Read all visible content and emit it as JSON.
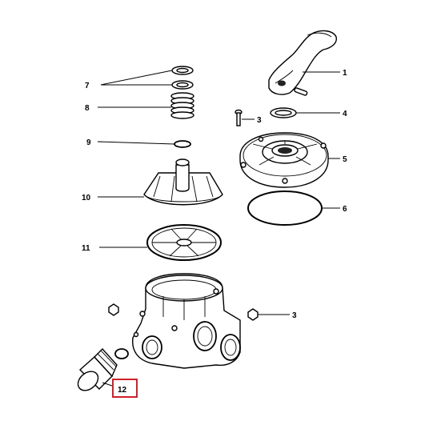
{
  "diagram": {
    "callouts": [
      {
        "id": "c1",
        "text": "1"
      },
      {
        "id": "c3a",
        "text": "3"
      },
      {
        "id": "c4",
        "text": "4"
      },
      {
        "id": "c5",
        "text": "5"
      },
      {
        "id": "c6",
        "text": "6"
      },
      {
        "id": "c7",
        "text": "7"
      },
      {
        "id": "c8",
        "text": "8"
      },
      {
        "id": "c9",
        "text": "9"
      },
      {
        "id": "c10",
        "text": "10"
      },
      {
        "id": "c11",
        "text": "11"
      },
      {
        "id": "c3b",
        "text": "3"
      },
      {
        "id": "c12",
        "text": "12"
      }
    ],
    "highlight_color": "#d0202a"
  }
}
